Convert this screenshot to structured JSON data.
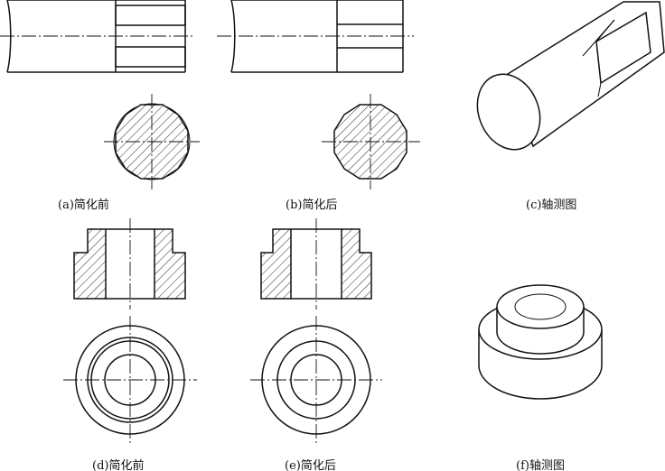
{
  "captions": {
    "a": "(a)简化前",
    "b": "(b)简化后",
    "c": "(c)轴测图",
    "d": "(d)简化前",
    "e": "(e)简化后",
    "f": "(f)轴测图"
  }
}
